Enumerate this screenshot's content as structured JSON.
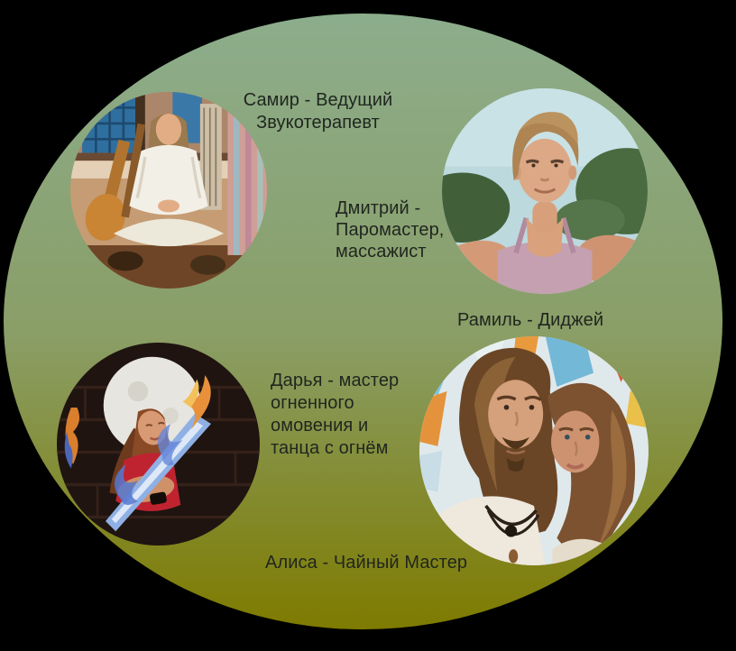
{
  "canvas": {
    "background_color": "#000000"
  },
  "ellipse": {
    "gradient_top": "#8cad8c",
    "gradient_middle": "#8a9e67",
    "gradient_bottom": "#7e7b00"
  },
  "text_color": "#20261f",
  "members": [
    {
      "id": "samir",
      "label": "Самир - Ведущий\nЗвукотерапевт",
      "photo_icon": "man-meditating-in-white-with-instruments"
    },
    {
      "id": "dmitriy",
      "label": "Дмитрий -\nПаромастер,\nмассажист",
      "photo_icon": "man-outdoors-sky-and-trees"
    },
    {
      "id": "ramil",
      "label": "Рамиль - Диджей",
      "photo_icon": "couple-selfie-long-hair"
    },
    {
      "id": "darya",
      "label": "Дарья - мастер\nогненного\nомовения и\nтанца с огнём",
      "photo_icon": "woman-with-moon-and-flaming-sword"
    },
    {
      "id": "alisa",
      "label": "Алиса - Чайный Мастер",
      "photo_icon": ""
    }
  ]
}
